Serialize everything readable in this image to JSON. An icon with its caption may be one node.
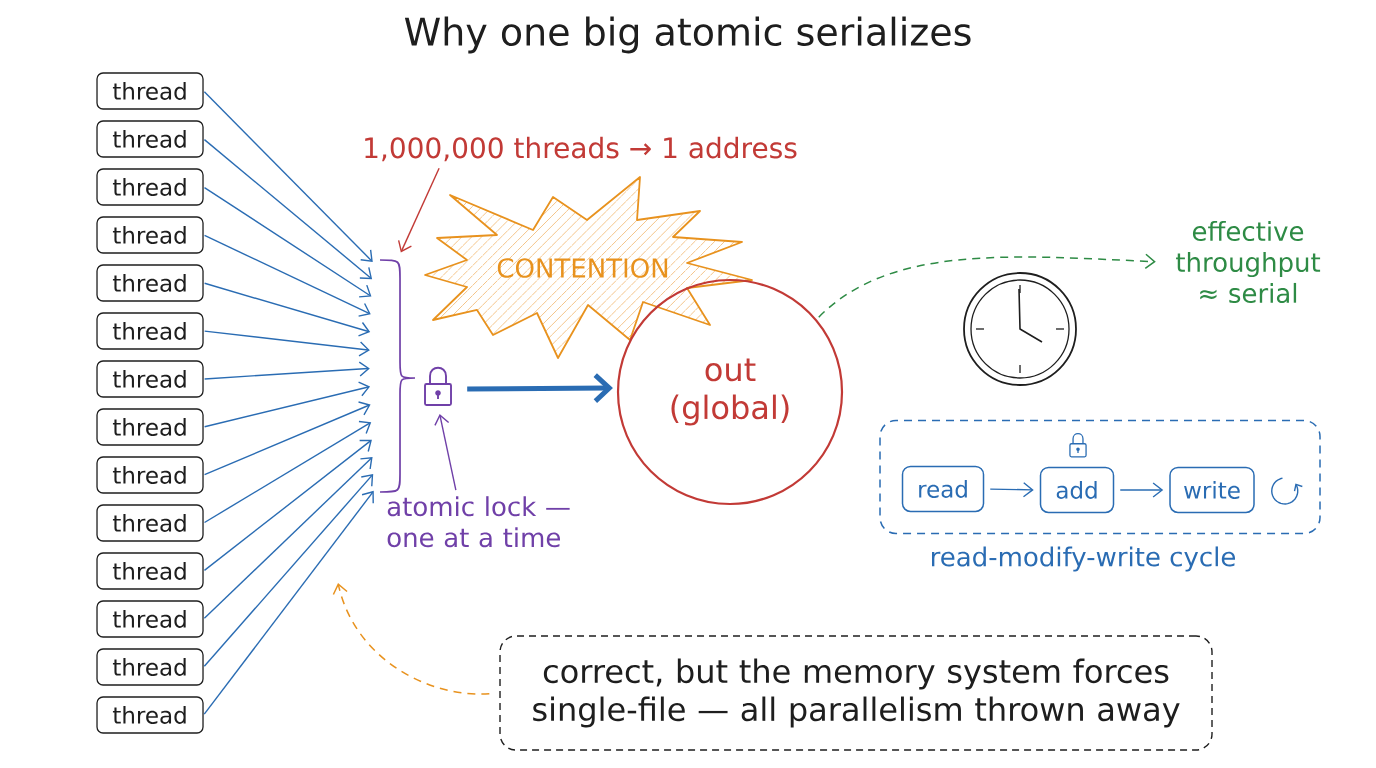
{
  "diagram": {
    "title": "Why one big atomic serializes",
    "nodes": [
      {
        "text": [
          "thread"
        ]
      },
      {
        "text": [
          "thread"
        ]
      },
      {
        "text": [
          "thread"
        ]
      },
      {
        "text": [
          "thread"
        ]
      },
      {
        "text": [
          "thread"
        ]
      },
      {
        "text": [
          "thread"
        ]
      },
      {
        "text": [
          "thread"
        ]
      },
      {
        "text": [
          "thread"
        ]
      },
      {
        "text": [
          "thread"
        ]
      },
      {
        "text": [
          "thread"
        ]
      },
      {
        "text": [
          "thread"
        ]
      },
      {
        "text": [
          "thread"
        ]
      },
      {
        "text": [
          "thread"
        ]
      },
      {
        "text": [
          "thread"
        ]
      },
      {
        "text": [
          "1,000,000 threads → 1 address"
        ]
      },
      {
        "text": [],
        "shape": "brace"
      },
      {
        "text": [
          "CONTENTION"
        ]
      },
      {
        "text": [],
        "shape": "picture"
      },
      {
        "text": [
          "out (global)"
        ]
      },
      {
        "text": [
          "effective throughput ≈ serial"
        ]
      },
      {
        "text": [
          "atomic lock — one at a time"
        ]
      },
      {
        "text": [
          "read-modify-write cycle"
        ]
      },
      {
        "text": [
          "read"
        ],
        "in": 21
      },
      {
        "text": [
          "add"
        ],
        "in": 21
      },
      {
        "text": [
          "write"
        ],
        "in": 21
      },
      {
        "text": [
          "correct, but the memory system forces single-file — all parallelism thrown away"
        ]
      }
    ],
    "edges": [
      {
        "from": 0,
        "to": 15,
        "arrow": "to"
      },
      {
        "from": 1,
        "to": 15,
        "arrow": "to"
      },
      {
        "from": 2,
        "to": 15,
        "arrow": "to"
      },
      {
        "from": 3,
        "to": 15,
        "arrow": "to"
      },
      {
        "from": 4,
        "to": 15,
        "arrow": "to"
      },
      {
        "from": 5,
        "to": 15,
        "arrow": "to"
      },
      {
        "from": 6,
        "to": 15,
        "arrow": "to"
      },
      {
        "from": 7,
        "to": 15,
        "arrow": "to"
      },
      {
        "from": 8,
        "to": 15,
        "arrow": "to"
      },
      {
        "from": 9,
        "to": 15,
        "arrow": "to"
      },
      {
        "from": 10,
        "to": 15,
        "arrow": "to"
      },
      {
        "from": 11,
        "to": 15,
        "arrow": "to"
      },
      {
        "from": 12,
        "to": 15,
        "arrow": "to"
      },
      {
        "from": 13,
        "to": 15,
        "arrow": "to"
      },
      {
        "from": 14,
        "to": 15,
        "arrow": "to",
        "color": "#c23a36"
      },
      {
        "from": 17,
        "to": 18,
        "arrow": "to",
        "style": "thick"
      },
      {
        "from": 18,
        "to": 19,
        "arrow": "to",
        "style": "dashed",
        "color": "#2e8b45"
      },
      {
        "from": 20,
        "to": 17,
        "arrow": "to",
        "color": "#7040a8"
      },
      {
        "from": 22,
        "to": 23,
        "arrow": "to"
      },
      {
        "from": 23,
        "to": 24,
        "arrow": "to"
      },
      {
        "from": 25,
        "to": null,
        "arrow": "to",
        "style": "dashed",
        "color": "#e8921e"
      },
      {
        "from": 24,
        "to": 24,
        "arrow": "to"
      }
    ]
  }
}
